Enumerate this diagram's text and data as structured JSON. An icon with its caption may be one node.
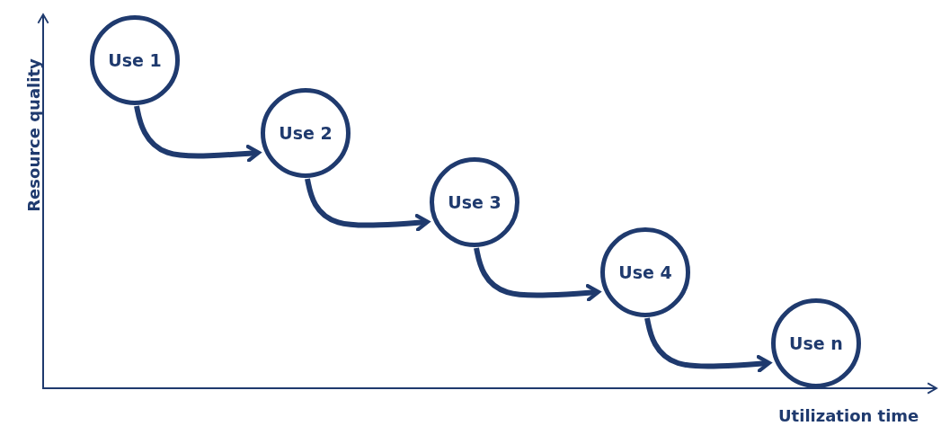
{
  "diagram": {
    "nodes": [
      {
        "text": [
          "Use 1"
        ]
      },
      {
        "text": [
          "Use 2"
        ]
      },
      {
        "text": [
          "Use 3"
        ]
      },
      {
        "text": [
          "Use 4"
        ]
      },
      {
        "text": [
          "Use n"
        ]
      }
    ],
    "edges": [
      {
        "from": 0,
        "to": 1,
        "arrow": "to"
      },
      {
        "from": 1,
        "to": 2,
        "arrow": "to"
      },
      {
        "from": 2,
        "to": 3,
        "arrow": "to"
      },
      {
        "from": 3,
        "to": 4,
        "arrow": "to"
      }
    ],
    "labels": [
      "Resource quality",
      "Utilization time"
    ]
  }
}
